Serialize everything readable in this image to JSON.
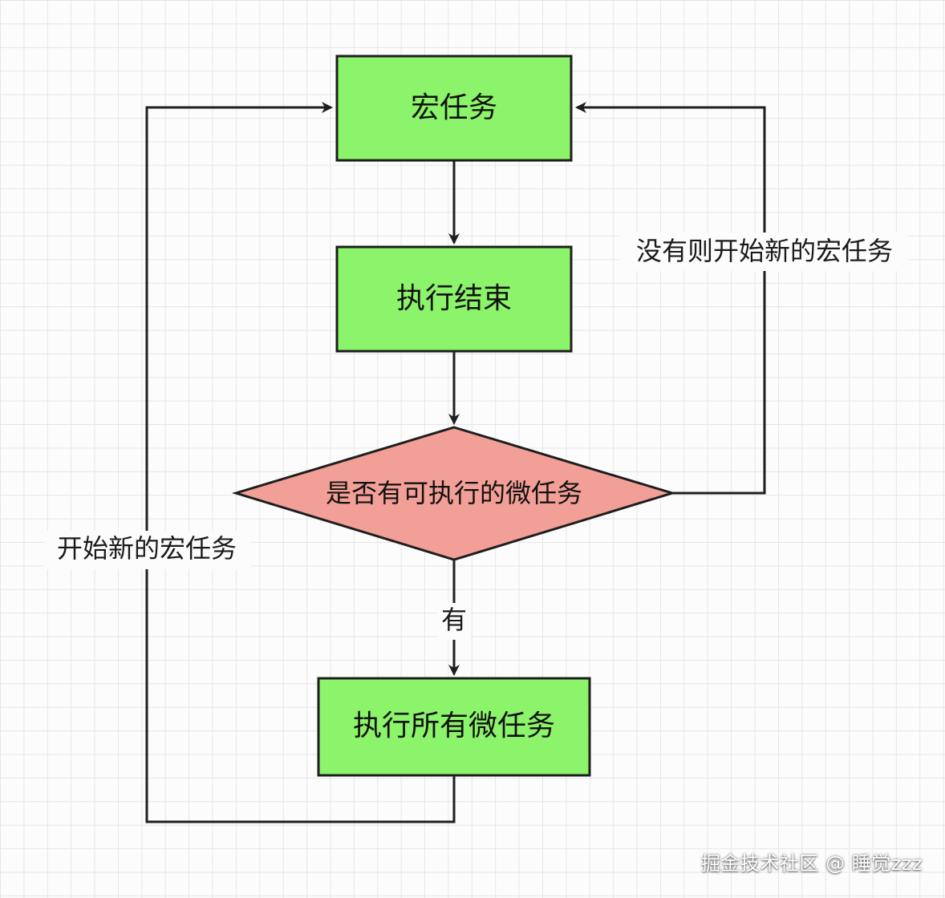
{
  "nodes": {
    "macro_task": {
      "label": "宏任务",
      "fill": "#8cf46a"
    },
    "exec_end": {
      "label": "执行结束",
      "fill": "#8cf46a"
    },
    "decision": {
      "label": "是否有可执行的微任务",
      "fill": "#f29f97"
    },
    "exec_all_micro": {
      "label": "执行所有微任务",
      "fill": "#8cf46a"
    }
  },
  "edges": {
    "no_then_new_macro": {
      "label": "没有则开始新的宏任务"
    },
    "start_new_macro": {
      "label": "开始新的宏任务"
    },
    "yes": {
      "label": "有"
    }
  },
  "watermark": "掘金技术社区 @ 睡觉zzz",
  "colors": {
    "line": "#1e1e1e",
    "grid": "#e6e6e6"
  }
}
